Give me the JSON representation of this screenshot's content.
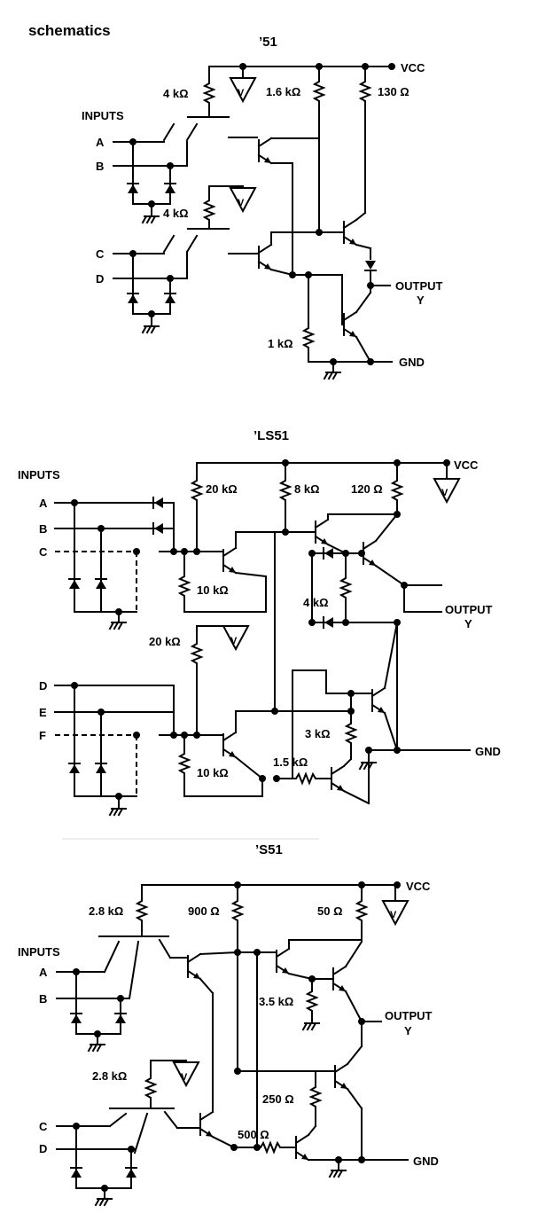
{
  "header": "schematics",
  "schematics": [
    {
      "title": "’51",
      "vcc": "VCC",
      "gnd": "GND",
      "inputs_label": "INPUTS",
      "output_label": "OUTPUT",
      "output_pin": "Y",
      "inputs": [
        "A",
        "B",
        "C",
        "D"
      ],
      "resistors": [
        "4 kΩ",
        "1.6 kΩ",
        "130 Ω",
        "4 kΩ",
        "1 kΩ"
      ],
      "v_symbol": "V"
    },
    {
      "title": "’LS51",
      "vcc": "VCC",
      "gnd": "GND",
      "inputs_label": "INPUTS",
      "output_label": "OUTPUT",
      "output_pin": "Y",
      "inputs": [
        "A",
        "B",
        "C",
        "D",
        "E",
        "F"
      ],
      "resistors": [
        "20 kΩ",
        "8 kΩ",
        "120 Ω",
        "10 kΩ",
        "4 kΩ",
        "20 kΩ",
        "3 kΩ",
        "1.5 kΩ",
        "10 kΩ"
      ],
      "v_symbol": "V"
    },
    {
      "title": "’S51",
      "vcc": "VCC",
      "gnd": "GND",
      "inputs_label": "INPUTS",
      "output_label": "OUTPUT",
      "output_pin": "Y",
      "inputs": [
        "A",
        "B",
        "C",
        "D"
      ],
      "resistors": [
        "2.8 kΩ",
        "900 Ω",
        "50 Ω",
        "3.5 kΩ",
        "2.8 kΩ",
        "250 Ω",
        "500 Ω"
      ],
      "v_symbol": "V"
    }
  ]
}
